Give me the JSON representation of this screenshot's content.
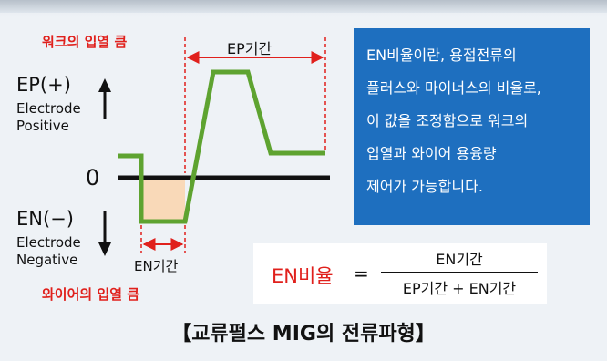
{
  "top_labels": {
    "work_penetration": "워크의 입열 큼",
    "ep_period": "EP기간"
  },
  "ep": {
    "label": "EP(+)",
    "line1": "Electrode",
    "line2": "Positive"
  },
  "zero": "0",
  "en": {
    "label": "EN(−)",
    "line1": "Electrode",
    "line2": "Negative"
  },
  "en_period": "EN기간",
  "wire_penetration": "와이어의 입열 큼",
  "info_box": {
    "lines": [
      "EN비율이란, 용접전류의",
      "플러스와 마이너스의 비율로,",
      "이 값을 조정함으로 워크의",
      "입열과 와이어  용융량",
      "제어가 가능합니다."
    ]
  },
  "formula": {
    "label": "EN비율",
    "equals": "=",
    "numerator": "EN기간",
    "denominator": "EP기간 + EN기간"
  },
  "caption": "【교류펄스 MIG의 전류파형】",
  "colors": {
    "waveform": "#5ea330",
    "accent_red": "#e0201c",
    "info_bg": "#1e6fbf",
    "en_fill": "#f9d9b8"
  }
}
